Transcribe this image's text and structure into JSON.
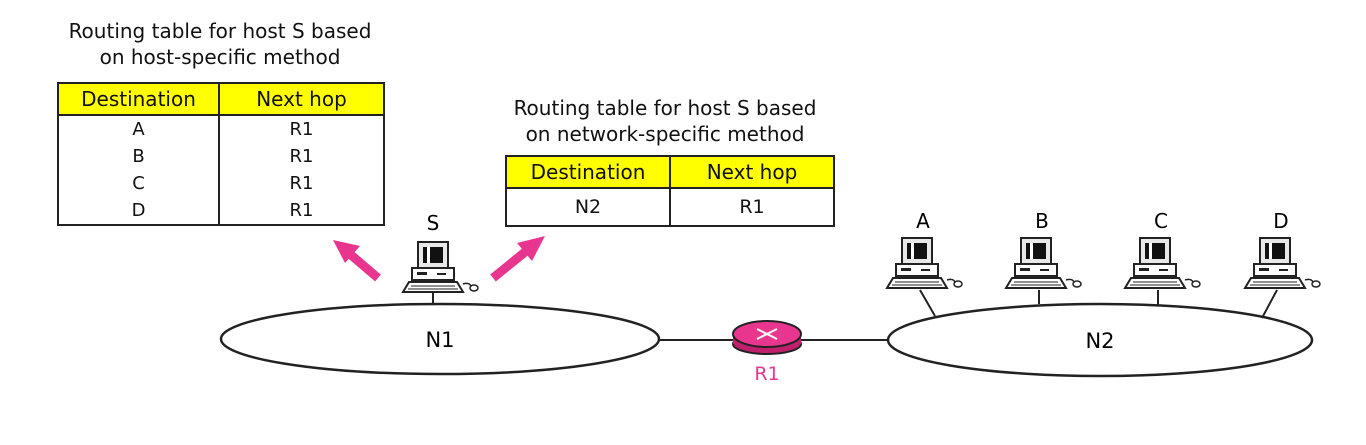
{
  "host_specific": {
    "caption_line1": "Routing table for host S based",
    "caption_line2": "on host-specific method",
    "headers": [
      "Destination",
      "Next hop"
    ],
    "rows": [
      [
        "A",
        "R1"
      ],
      [
        "B",
        "R1"
      ],
      [
        "C",
        "R1"
      ],
      [
        "D",
        "R1"
      ]
    ]
  },
  "network_specific": {
    "caption_line1": "Routing table for host S based",
    "caption_line2": "on network-specific method",
    "headers": [
      "Destination",
      "Next hop"
    ],
    "rows": [
      [
        "N2",
        "R1"
      ]
    ]
  },
  "networks": {
    "n1": "N1",
    "n2": "N2"
  },
  "router": {
    "label": "R1",
    "color": "#e8368f"
  },
  "hosts": {
    "s": "S",
    "a": "A",
    "b": "B",
    "c": "C",
    "d": "D"
  },
  "colors": {
    "table_header": "#ffff00",
    "arrow": "#e8368f"
  }
}
